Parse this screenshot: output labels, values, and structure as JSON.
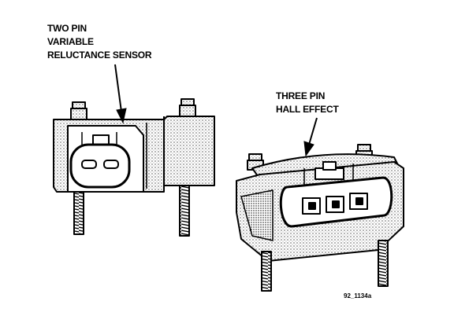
{
  "labels": {
    "two_pin": {
      "line1": "TWO PIN",
      "line2": "VARIABLE",
      "line3": "RELUCTANCE SENSOR"
    },
    "three_pin": {
      "line1": "THREE PIN",
      "line2": "HALL EFFECT"
    }
  },
  "figure_id": "92_1134a",
  "colors": {
    "ink": "#000000",
    "paper": "#ffffff",
    "shade": "#c8c8c8"
  }
}
